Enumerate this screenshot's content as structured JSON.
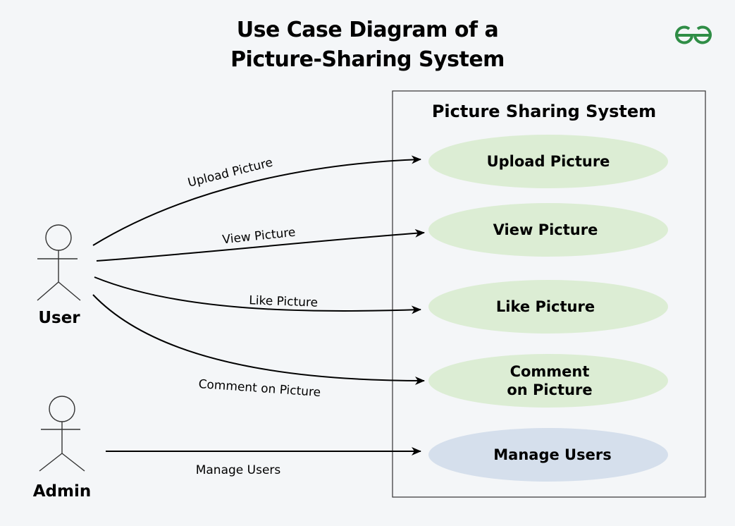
{
  "title": {
    "line1": "Use Case Diagram of a",
    "line2": "Picture-Sharing System"
  },
  "logo": {
    "icon": "gfg-logo-icon",
    "color": "#2f8d46"
  },
  "system": {
    "title": "Picture Sharing System"
  },
  "actors": [
    {
      "id": "user",
      "label": "User"
    },
    {
      "id": "admin",
      "label": "Admin"
    }
  ],
  "use_cases": [
    {
      "id": "upload",
      "lines": [
        "Upload Picture"
      ],
      "fill": "#dcedd4"
    },
    {
      "id": "view",
      "lines": [
        "View Picture"
      ],
      "fill": "#dcedd4"
    },
    {
      "id": "like",
      "lines": [
        "Like Picture"
      ],
      "fill": "#dcedd4"
    },
    {
      "id": "comment",
      "lines": [
        "Comment",
        "on Picture"
      ],
      "fill": "#dcedd4"
    },
    {
      "id": "manage",
      "lines": [
        "Manage Users"
      ],
      "fill": "#d5dfec"
    }
  ],
  "associations": [
    {
      "from": "user",
      "to": "upload",
      "label": "Upload Picture"
    },
    {
      "from": "user",
      "to": "view",
      "label": "View Picture"
    },
    {
      "from": "user",
      "to": "like",
      "label": "Like Picture"
    },
    {
      "from": "user",
      "to": "comment",
      "label": "Comment on Picture"
    },
    {
      "from": "admin",
      "to": "manage",
      "label": "Manage Users"
    }
  ]
}
